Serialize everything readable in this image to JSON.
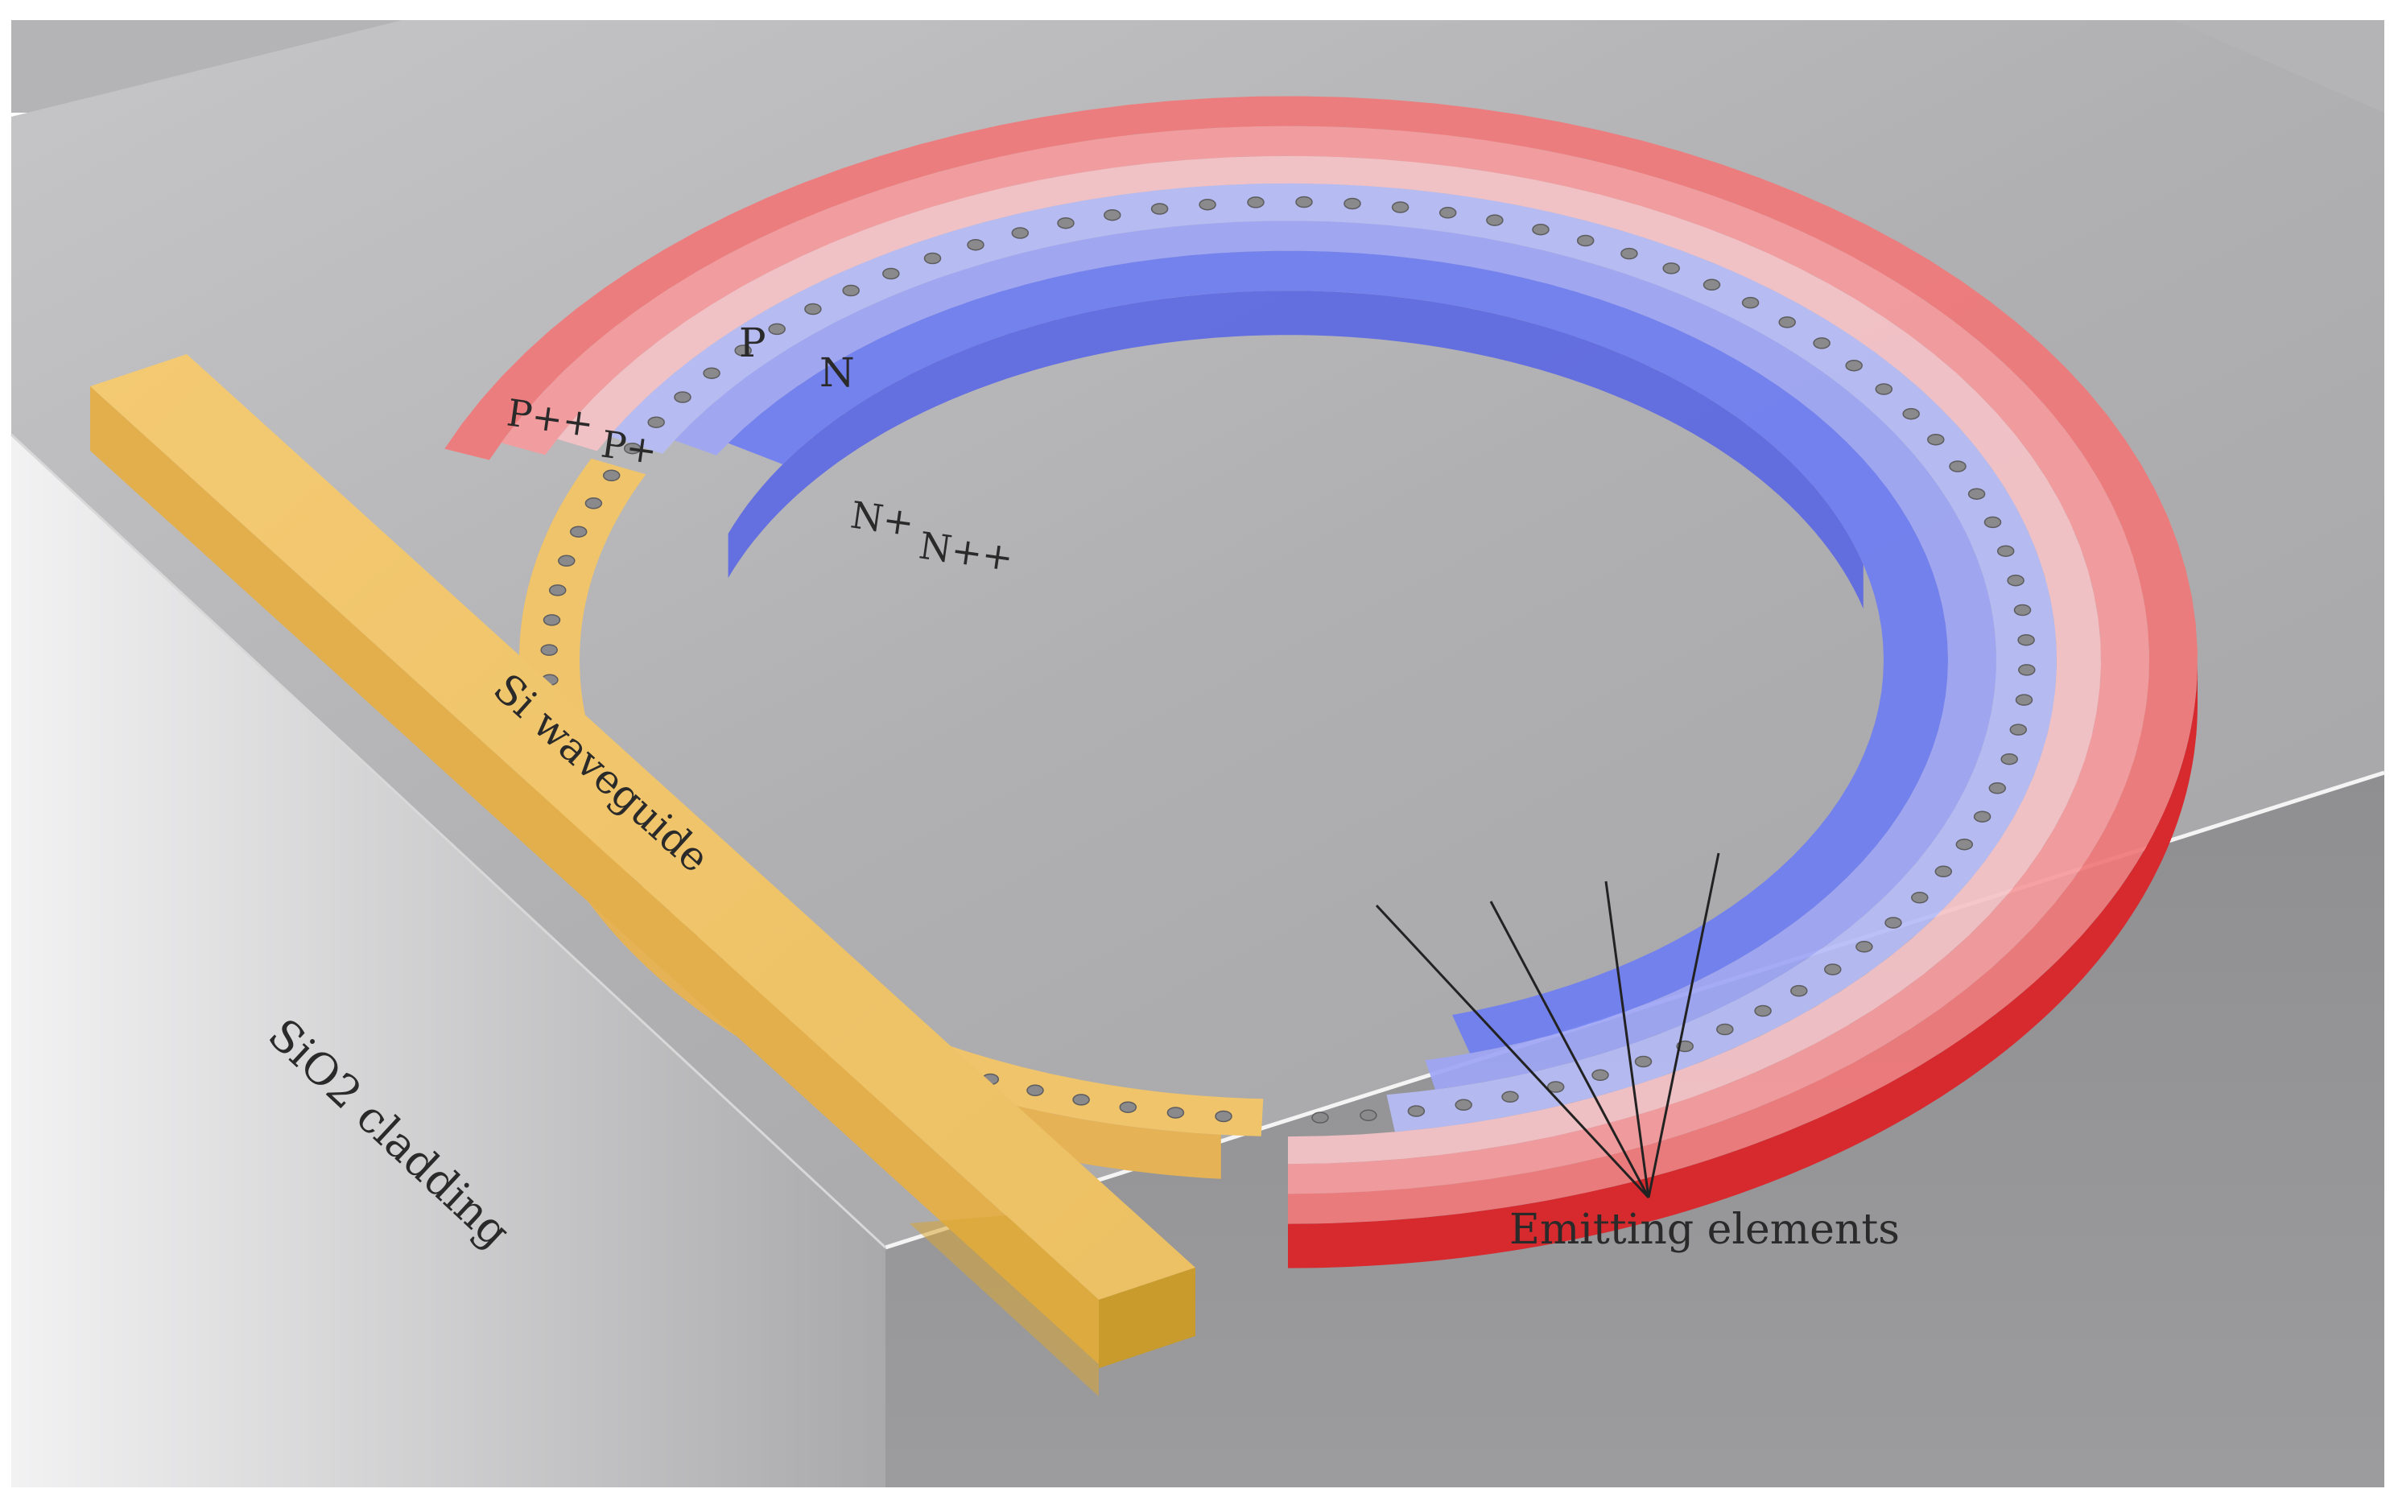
{
  "labels": {
    "p_plus_plus": "P++",
    "p_plus": "P+",
    "p": "P",
    "n": "N",
    "n_plus": "N+",
    "n_plus_plus": "N++",
    "waveguide": "Si waveguide",
    "cladding": "SiO2 cladding",
    "emitters": "Emitting elements"
  },
  "colors": {
    "cladding_top": "#b0b0b2",
    "cladding_front": "#9a9a9c",
    "waveguide": "#f0c46a",
    "p_doped": "#f0787a",
    "n_doped": "#6f7ef2",
    "lightly_doped_p": "#f4c2c6",
    "lightly_doped_n": "#b6bcf5"
  },
  "icons": {
    "emitting_element": "circular-hole"
  }
}
